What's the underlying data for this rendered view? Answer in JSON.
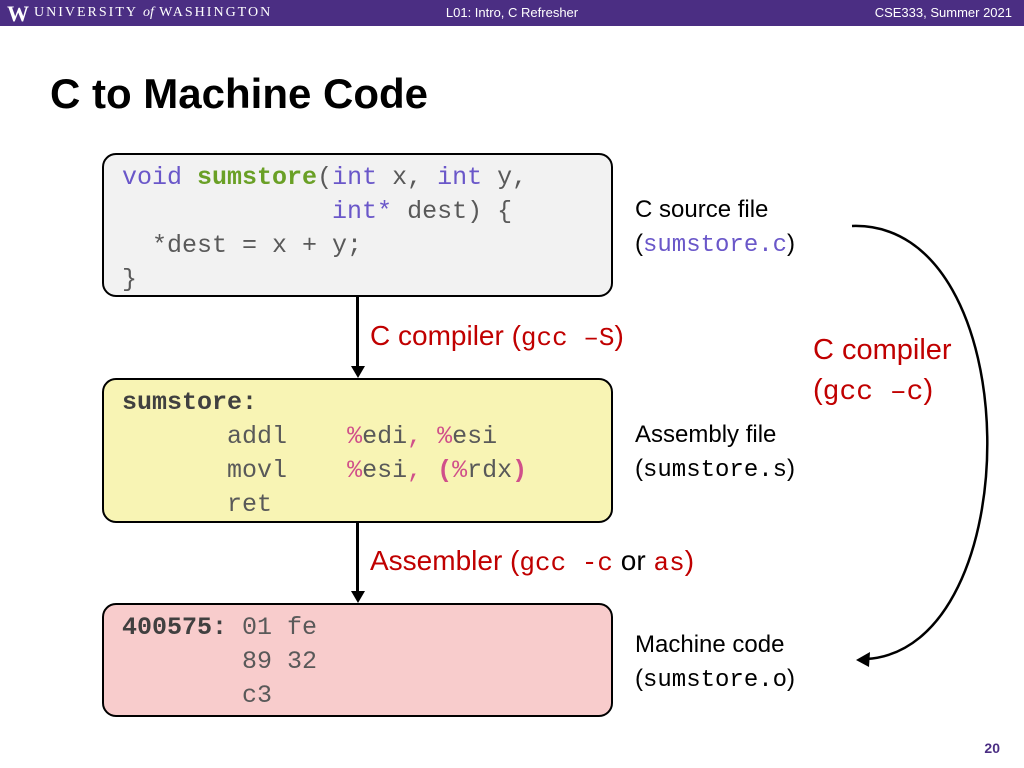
{
  "header": {
    "logo": "W",
    "university_pre": "UNIVERSITY",
    "university_of": "of",
    "university_post": "WASHINGTON",
    "lecture": "L01:  Intro, C Refresher",
    "course": "CSE333, Summer 2021"
  },
  "title": "C to Machine Code",
  "c_source": {
    "l1_kw1": "void",
    "l1_fn": "sumstore",
    "l1_p1": "(",
    "l1_kw2": "int",
    "l1_p2": " x, ",
    "l1_kw3": "int",
    "l1_p3": " y,",
    "l2_kw": "int*",
    "l2_rest": " dest) {",
    "l3": "  *dest = x + y;",
    "l4": "}"
  },
  "assembly": {
    "label": "sumstore:",
    "i1_op": "addl",
    "i1_pct1": "%",
    "i1_r1": "edi",
    "i1_comma": ", ",
    "i1_pct2": "%",
    "i1_r2": "esi",
    "i2_op": "movl",
    "i2_pct1": "%",
    "i2_r1": "esi",
    "i2_comma": ", ",
    "i2_paren_open": "(",
    "i2_pct2": "%",
    "i2_r2": "rdx",
    "i2_paren_close": ")",
    "i3_op": "ret"
  },
  "machine_code": {
    "address": "400575:",
    "bytes1": "01 fe",
    "bytes2": "89 32",
    "bytes3": "c3"
  },
  "steps": {
    "compiler_pre": "C compiler (",
    "compiler_cmd": "gcc –S",
    "compiler_post": ")",
    "assembler_pre": "Assembler (",
    "assembler_cmd1": "gcc -c",
    "assembler_or": " or ",
    "assembler_cmd2": "as",
    "assembler_post": ")"
  },
  "files": {
    "c_label": "C source file",
    "c_open": "(",
    "c_name": "sumstore.c",
    "c_close": ")",
    "asm_label": "Assembly file",
    "asm_open": "(",
    "asm_name": "sumstore.s",
    "asm_close": ")",
    "mc_label": "Machine code",
    "mc_open": "(",
    "mc_name": "sumstore.o",
    "mc_close": ")"
  },
  "direct_compile": {
    "line1": "C compiler",
    "open": "(",
    "cmd": "gcc –c",
    "close": ")"
  },
  "page_number": "20",
  "colors": {
    "header_bg": "#4b2e83",
    "keyword": "#6a57c9",
    "function_name": "#6aa026",
    "register_prefix": "#d0508a",
    "accent_red": "#c00000",
    "c_box_bg": "#f2f2f2",
    "asm_box_bg": "#f8f4b4",
    "mc_box_bg": "#f8cccc"
  }
}
